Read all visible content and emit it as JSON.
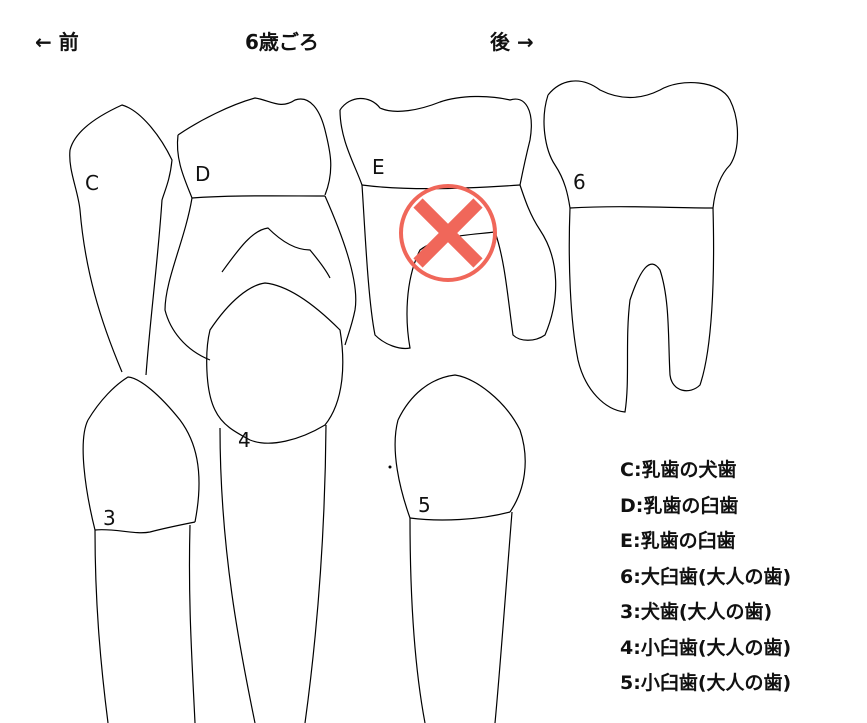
{
  "header": {
    "front": "← 前",
    "title": "6歳ごろ",
    "back": "後 →"
  },
  "tooth_labels": {
    "C": "C",
    "D": "D",
    "E": "E",
    "six": "6",
    "three": "3",
    "four": "4",
    "five": "5"
  },
  "legend": [
    "C:乳歯の犬歯",
    "D:乳歯の臼歯",
    "E:乳歯の臼歯",
    "6:大臼歯(大人の歯)",
    "3:犬歯(大人の歯)",
    "4:小臼歯(大人の歯)",
    "5:小臼歯(大人の歯)"
  ],
  "colors": {
    "cross_mark": "#f0675a"
  }
}
